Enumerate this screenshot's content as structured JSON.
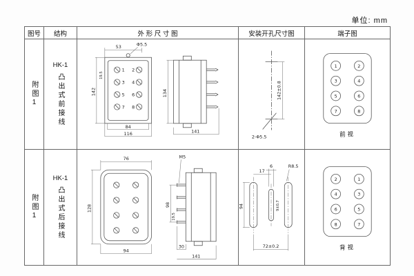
{
  "unit_label": "单位: mm",
  "table": {
    "headers": [
      "图号",
      "结构",
      "外 形 尺 寸 图",
      "安装开孔尺寸图",
      "端子图"
    ]
  },
  "rows": [
    {
      "fig_no": "附图1",
      "model": "HK-1",
      "structure": "凸出式前接线",
      "outline": {
        "dim_top": "53",
        "dim_hole": "Φ5.5",
        "dim_left": "142",
        "dim_left_small": "19.5",
        "dim_bottom_inner": "84",
        "dim_bottom_outer": "116",
        "dim_side_height": "134",
        "dim_side_width": "141",
        "terminals": [
          "1",
          "2",
          "3",
          "4",
          "5",
          "6",
          "7",
          "8"
        ]
      },
      "mount": {
        "dim_vertical": "142±0.8",
        "note": "2-Φ5.5"
      },
      "terminal": {
        "left_col": [
          "1",
          "3",
          "5",
          "7"
        ],
        "right_col": [
          "2",
          "4",
          "6",
          "8"
        ],
        "caption": "前视"
      }
    },
    {
      "fig_no": "附图1",
      "model": "HK-1",
      "structure": "凸出式后接线",
      "outline": {
        "dim_top": "76",
        "dim_left": "128",
        "dim_bottom": "94",
        "dim_m5": "M5",
        "dim_side_height": "98",
        "dim_side_small": "19.5",
        "dim_side_bottom_inner": "30",
        "dim_side_bottom_outer": "141"
      },
      "mount": {
        "dim_top_center": "6",
        "dim_top_left": "17",
        "dim_radius": "R8.5",
        "dim_left": "94",
        "dim_slot": "9±0.7",
        "dim_bottom": "72±0.2"
      },
      "terminal": {
        "left_col": [
          "2",
          "4",
          "6",
          "8"
        ],
        "right_col": [
          "1",
          "3",
          "5",
          "7"
        ],
        "caption": "背视"
      }
    }
  ]
}
